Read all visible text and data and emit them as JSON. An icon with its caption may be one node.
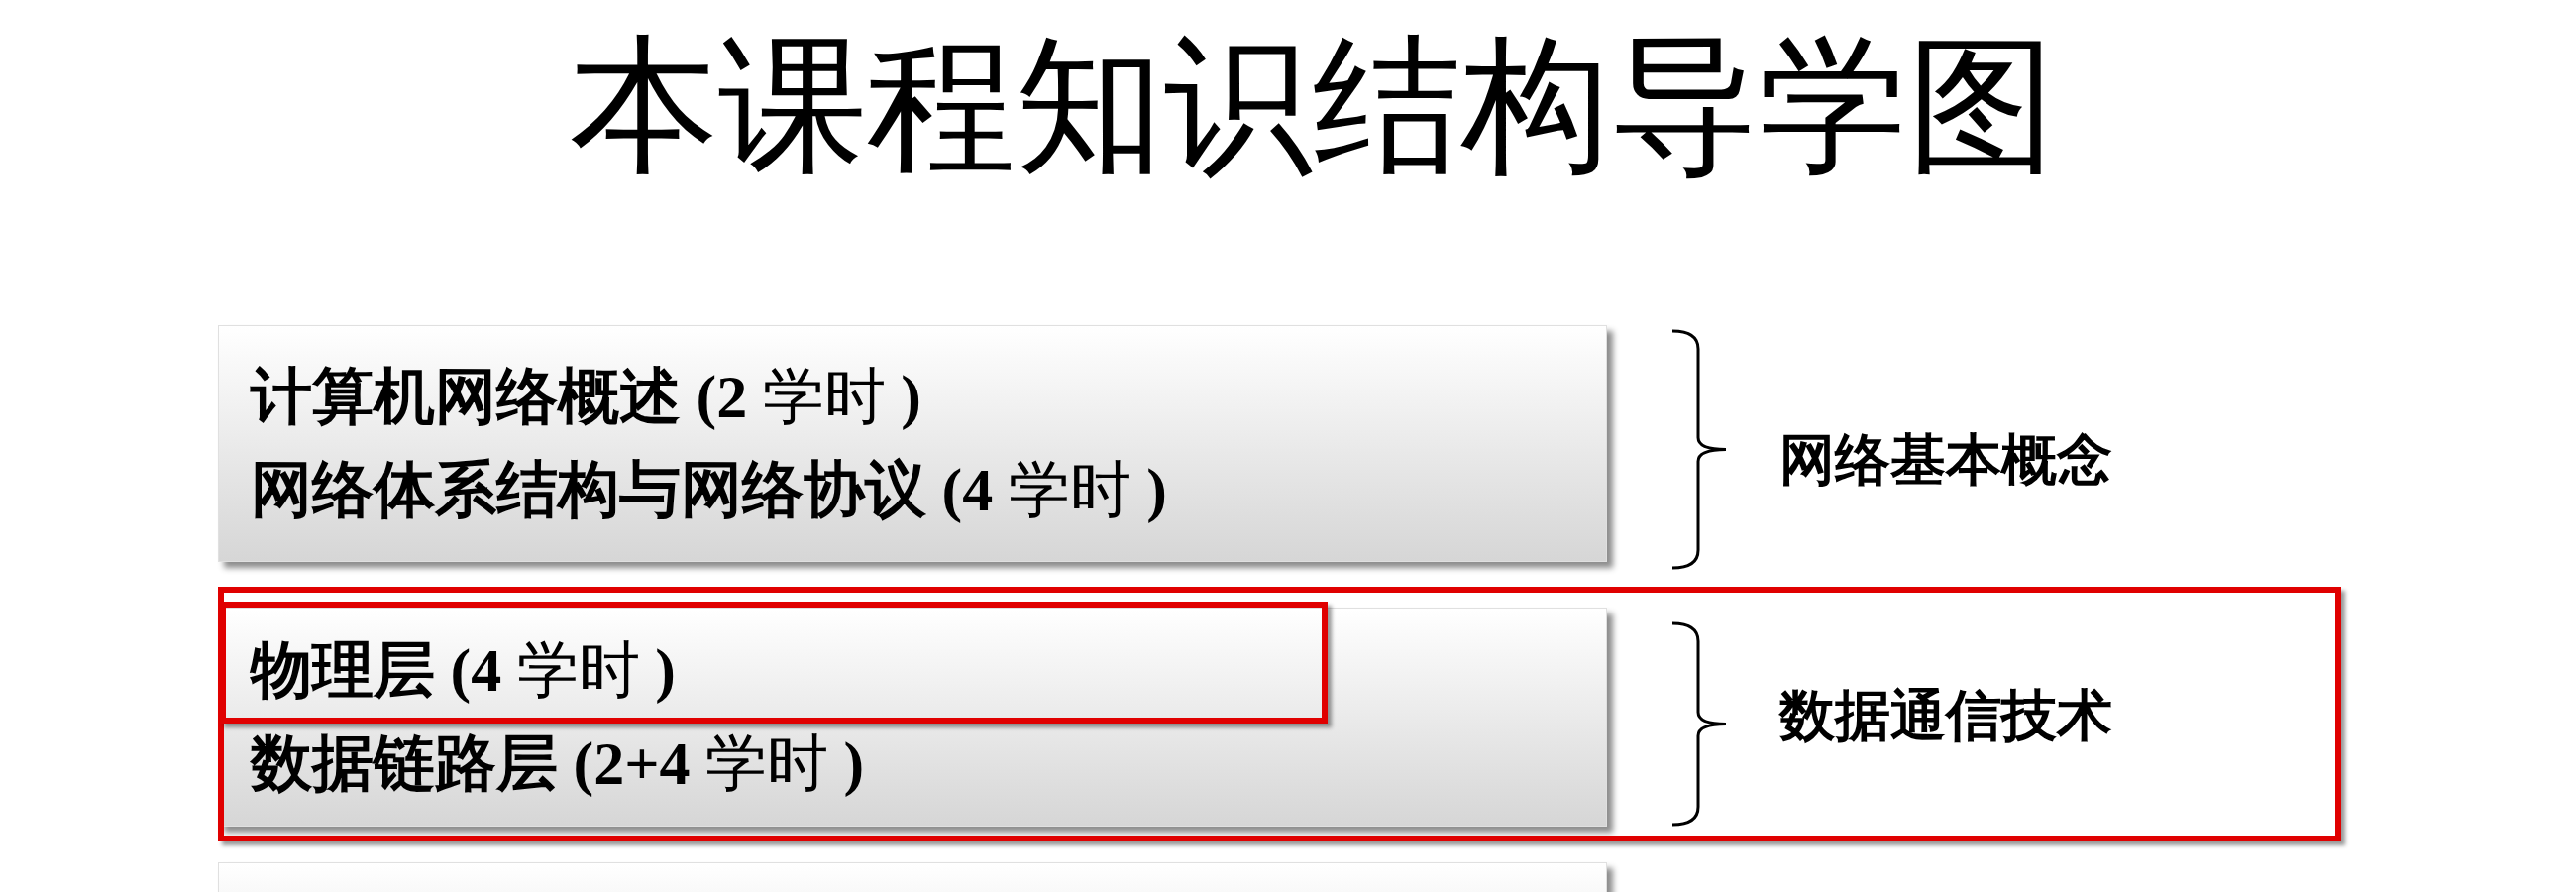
{
  "diagram": {
    "title": "本课程知识结构导学图",
    "nodes": [
      {
        "text": [
          "**计算机网络概述 (2** 学时 **)**",
          "**网络体系结构与网络协议 (4** 学时 **)**"
        ]
      },
      {
        "text": [
          "**物理层 (4** 学时 **)**",
          "**数据链路层 (2+4** 学时 **)**"
        ]
      },
      {
        "text": [],
        "shape": "box"
      }
    ],
    "labels": [
      "网络基本概念",
      "数据通信技术"
    ]
  }
}
